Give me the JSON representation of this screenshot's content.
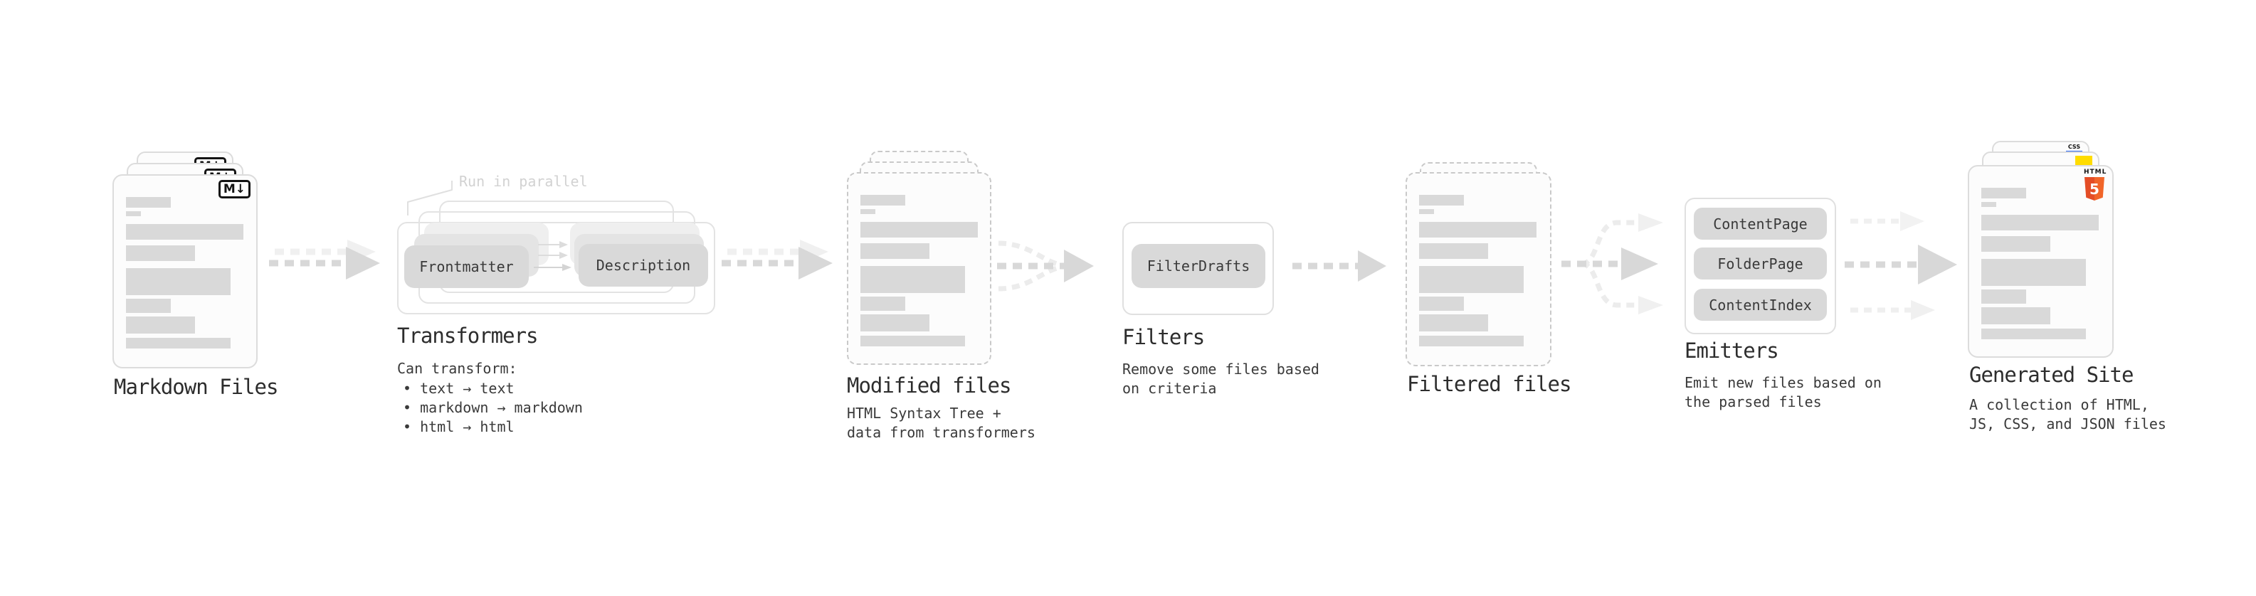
{
  "colors": {
    "background": "#ffffff",
    "card_border": "#dcdcdc",
    "dashed_border": "#c9c9c9",
    "card_bg": "#fcfcfc",
    "placeholder_bar": "#d9d9d9",
    "pill_bg": "#d9d9d9",
    "arrow_gray": "#d8d8d8",
    "arrow_light": "#efefef",
    "heading_text": "#2d2d2d",
    "body_text": "#3a3a3a",
    "callout_text": "#d2d2d2",
    "html5_orange": "#e44d26",
    "js_yellow": "#ffdc00",
    "css_blue": "#2965f1"
  },
  "sections": {
    "markdown_files": {
      "title": "Markdown Files",
      "badge": "M↓"
    },
    "transformers": {
      "title": "Transformers",
      "callout": "Run in parallel",
      "pill_left": "Frontmatter",
      "pill_right": "Description",
      "desc_heading": "Can transform:",
      "bullets": [
        "• text → text",
        "• markdown → markdown",
        "• html → html"
      ]
    },
    "modified_files": {
      "title": "Modified files",
      "description": "HTML Syntax Tree +\ndata from transformers"
    },
    "filters": {
      "title": "Filters",
      "pill": "FilterDrafts",
      "description": "Remove some files based\non criteria"
    },
    "filtered_files": {
      "title": "Filtered files"
    },
    "emitters": {
      "title": "Emitters",
      "pills": [
        "ContentPage",
        "FolderPage",
        "ContentIndex"
      ],
      "description": "Emit new files based on\nthe parsed files"
    },
    "generated_site": {
      "title": "Generated Site",
      "description": "A collection of HTML,\nJS, CSS, and JSON files",
      "badges": {
        "html_word": "HTML",
        "html_number": "5",
        "css_word": "CSS"
      }
    }
  }
}
